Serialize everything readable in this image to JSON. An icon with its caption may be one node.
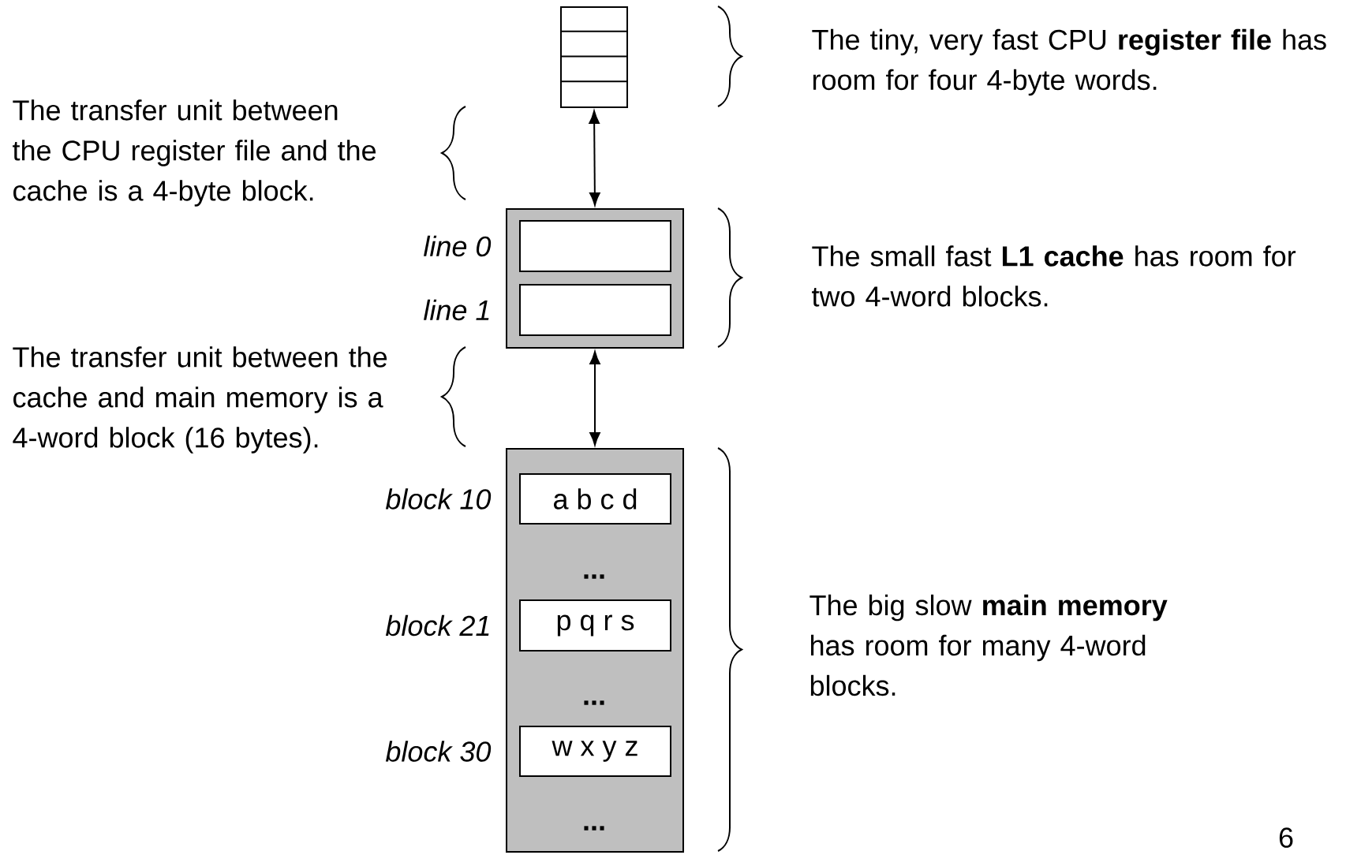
{
  "diagram": {
    "nodes": [
      {
        "text": [],
        "shape": "box"
      },
      {
        "text": [],
        "shape": "box"
      },
      {
        "text": [],
        "shape": "box",
        "in": 1,
        "beside": [
          "line 0"
        ]
      },
      {
        "text": [],
        "shape": "box",
        "in": 1,
        "beside": [
          "line 1"
        ]
      },
      {
        "text": [],
        "shape": "box"
      },
      {
        "text": [
          "a b c d"
        ],
        "in": 4,
        "beside": [
          "block 10"
        ]
      },
      {
        "text": [
          "p q r s"
        ],
        "in": 4,
        "beside": [
          "block 21"
        ]
      },
      {
        "text": [
          "w x y z"
        ],
        "in": 4,
        "beside": [
          "block 30"
        ]
      }
    ],
    "edges": [
      {
        "from": 0,
        "to": 1,
        "arrow": "both"
      },
      {
        "from": 1,
        "to": 4,
        "arrow": "both"
      }
    ],
    "labels": [
      "The tiny, very fast CPU **register file** has room for four 4-byte words.",
      "The transfer unit between the CPU register file and the cache is a 4-byte block.",
      "The small fast **L1 cache** has room for two  4-word blocks.",
      "The transfer unit between the cache and main memory is a 4-word block (16 bytes).",
      "...",
      "...",
      "The big slow **main memory** has room for many 4-word blocks.",
      "...",
      "6"
    ]
  }
}
